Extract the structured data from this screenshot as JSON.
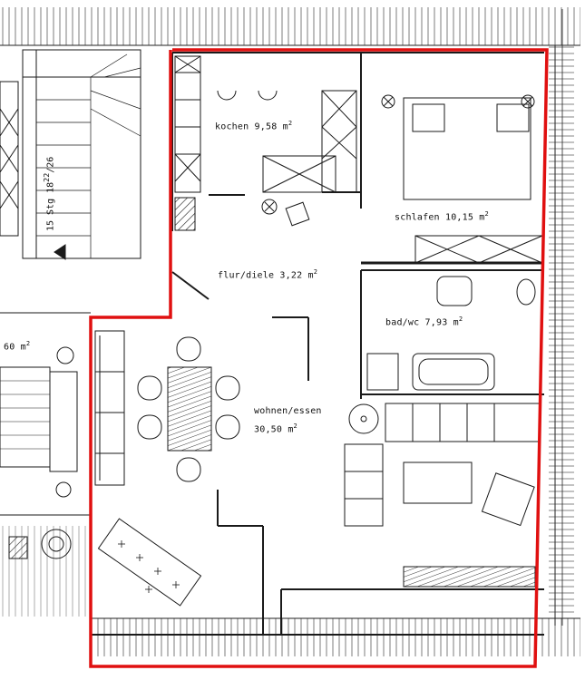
{
  "rooms": {
    "kochen": {
      "label": "kochen 9,58 m",
      "sup": "2"
    },
    "schlafen": {
      "label": "schlafen 10,15 m",
      "sup": "2"
    },
    "flur": {
      "label": "flur/diele 3,22 m",
      "sup": "2"
    },
    "bad": {
      "label": "bad/wc 7,93 m",
      "sup": "2"
    },
    "wohnen_line1": "wohnen/essen",
    "wohnen_line2": "30,50 m",
    "wohnen_sup": "2",
    "neighbor": {
      "label": "60 m",
      "sup": "2"
    }
  },
  "stair": {
    "label": "15 Stg 18",
    "sup": "22",
    "tail": "/26"
  },
  "colors": {
    "outline": "#e01010",
    "ink": "#1a1a1a"
  }
}
